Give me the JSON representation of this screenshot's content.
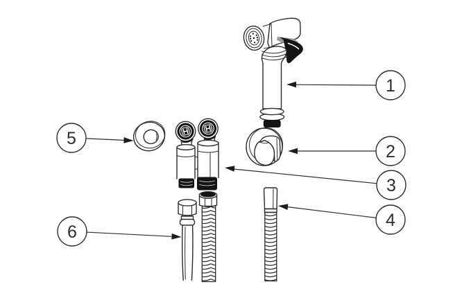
{
  "colors": {
    "background": "#ffffff",
    "line": "#2b2b2b",
    "dark_fill": "#141414",
    "gray_shade": "#9a9a9a"
  },
  "callouts": [
    {
      "number": "1"
    },
    {
      "number": "2"
    },
    {
      "number": "3"
    },
    {
      "number": "4"
    },
    {
      "number": "5"
    },
    {
      "number": "6"
    }
  ]
}
